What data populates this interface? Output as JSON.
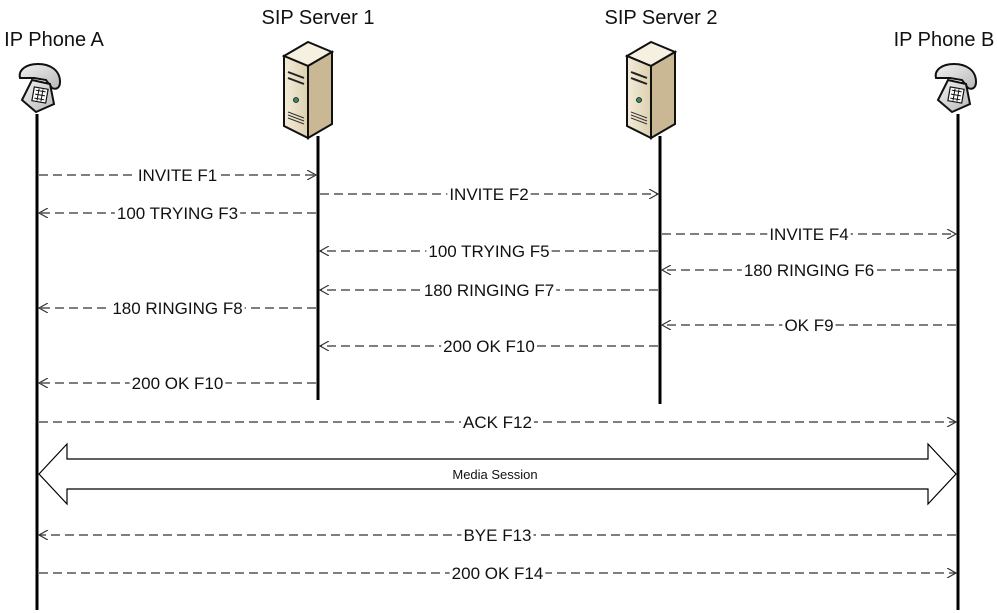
{
  "diagram": {
    "type": "sequence",
    "title": "",
    "actors": [
      {
        "id": "A",
        "label": "IP Phone A",
        "icon": "telephone-icon"
      },
      {
        "id": "S1",
        "label": "SIP Server 1",
        "icon": "server-icon"
      },
      {
        "id": "S2",
        "label": "SIP Server 2",
        "icon": "server-icon"
      },
      {
        "id": "B",
        "label": "IP Phone B",
        "icon": "telephone-icon"
      }
    ],
    "messages": [
      {
        "from": "A",
        "to": "S1",
        "label": "INVITE F1"
      },
      {
        "from": "S1",
        "to": "S2",
        "label": "INVITE F2"
      },
      {
        "from": "S1",
        "to": "A",
        "label": "100 TRYING F3"
      },
      {
        "from": "S2",
        "to": "B",
        "label": "INVITE F4"
      },
      {
        "from": "S2",
        "to": "S1",
        "label": "100 TRYING F5"
      },
      {
        "from": "B",
        "to": "S2",
        "label": "180 RINGING F6"
      },
      {
        "from": "S2",
        "to": "S1",
        "label": "180 RINGING F7"
      },
      {
        "from": "S1",
        "to": "A",
        "label": "180 RINGING F8"
      },
      {
        "from": "B",
        "to": "S2",
        "label": "OK F9"
      },
      {
        "from": "S2",
        "to": "S1",
        "label": "200 OK F10"
      },
      {
        "from": "S1",
        "to": "A",
        "label": "200 OK F10"
      },
      {
        "from": "A",
        "to": "B",
        "label": "ACK F12"
      },
      {
        "from": "B",
        "to": "A",
        "label": "BYE F13"
      },
      {
        "from": "A",
        "to": "B",
        "label": "200 OK F14"
      }
    ],
    "media_session": {
      "between": [
        "A",
        "B"
      ],
      "label": "Media Session",
      "direction": "bidirectional"
    }
  },
  "colors": {
    "line": "#000000",
    "dash": "#333333",
    "server_body": "#e9dfc8",
    "server_side": "#c9b893",
    "phone_body": "#d9d9d9"
  }
}
